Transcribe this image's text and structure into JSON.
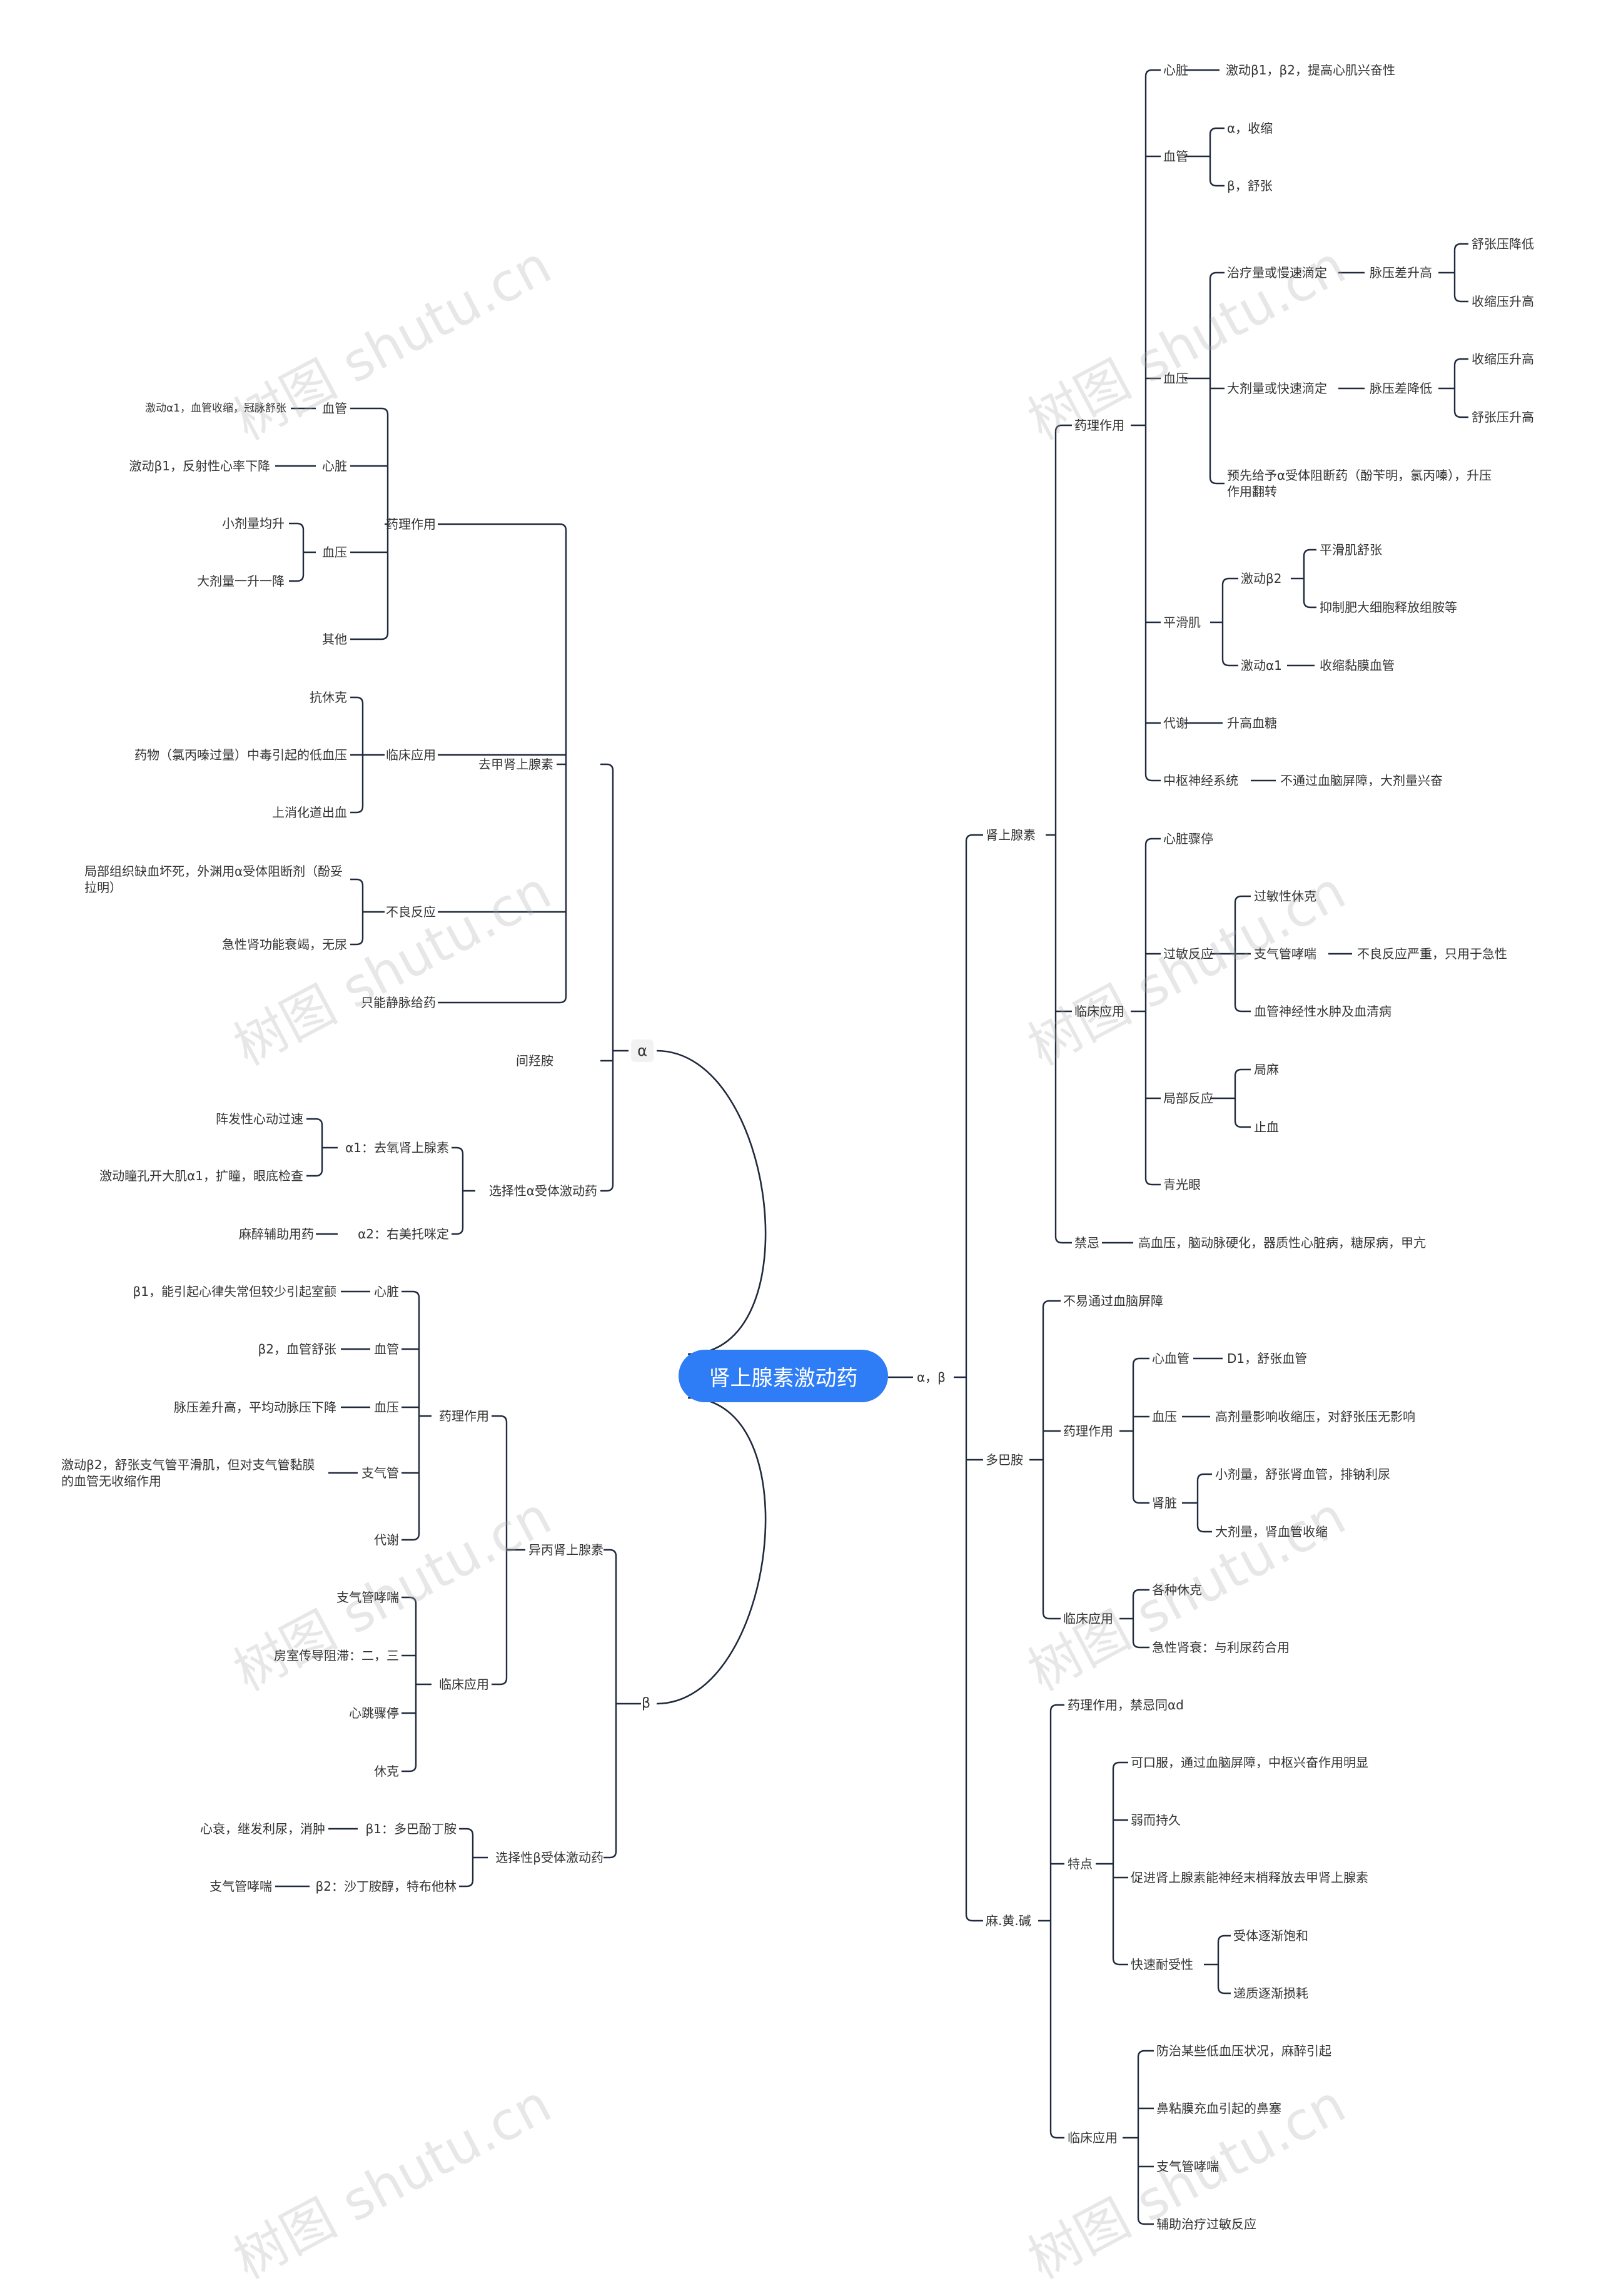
{
  "root": {
    "label": "肾上腺素激动药"
  },
  "watermark": "树图 shutu.cn",
  "colors": {
    "root_bg": "#2f7df6",
    "line": "#1f2a3d",
    "text": "#333333"
  },
  "left": {
    "alpha": {
      "label": "α",
      "qujia": {
        "label": "去甲肾上腺素",
        "yaoli": {
          "label": "药理作用",
          "xueguan": {
            "label": "血管",
            "detail": "激动α1，血管收缩，冠脉舒张"
          },
          "xinzang": {
            "label": "心脏",
            "detail": "激动β1，反射性心率下降"
          },
          "xueya": {
            "label": "血压",
            "small": "小剂量均升",
            "large": "大剂量一升一降"
          },
          "qita": {
            "label": "其他"
          }
        },
        "linchuang": {
          "label": "临床应用",
          "items": [
            "抗休克",
            "药物（氯丙嗪过量）中毒引起的低血压",
            "上消化道出血"
          ]
        },
        "buliang": {
          "label": "不良反应",
          "items": [
            "局部组织缺血坏死，外渊用α受体阻断剂（酚妥拉明）",
            "急性肾功能衰竭，无尿"
          ]
        },
        "jingmai": {
          "label": "只能静脉给药"
        }
      },
      "jianqiang": {
        "label": "间羟胺"
      },
      "xuanze": {
        "label": "选择性α受体激动药",
        "a1": {
          "label": "α1：去氧肾上腺素",
          "items": [
            "阵发性心动过速",
            "激动瞳孔开大肌α1，扩瞳，眼底检查"
          ]
        },
        "a2": {
          "label": "α2：右美托咪定",
          "items": [
            "麻醉辅助用药"
          ]
        }
      }
    },
    "beta": {
      "label": "β",
      "yibing": {
        "label": "异丙肾上腺素",
        "yaoli": {
          "label": "药理作用",
          "xinzang": {
            "label": "心脏",
            "detail": "β1，能引起心律失常但较少引起室颤"
          },
          "xueguan": {
            "label": "血管",
            "detail": "β2，血管舒张"
          },
          "xueya": {
            "label": "血压",
            "detail": "脉压差升高，平均动脉压下降"
          },
          "zhiqiguan": {
            "label": "支气管",
            "detail": "激动β2，舒张支气管平滑肌，但对支气管黏膜的血管无收缩作用"
          },
          "daixie": {
            "label": "代谢"
          }
        },
        "linchuang": {
          "label": "临床应用",
          "items": [
            "支气管哮喘",
            "房室传导阻滞：二，三",
            "心跳骤停",
            "休克"
          ]
        }
      },
      "xuanze": {
        "label": "选择性β受体激动药",
        "b1": {
          "label": "β1：多巴酚丁胺",
          "detail": "心衰，继发利尿，消肿"
        },
        "b2": {
          "label": "β2：沙丁胺醇，特布他林",
          "detail": "支气管哮喘"
        }
      }
    }
  },
  "right": {
    "label": "α，β",
    "shangshen": {
      "label": "肾上腺素",
      "yaoli": {
        "label": "药理作用",
        "xinzang": {
          "label": "心脏",
          "detail": "激动β1，β2，提高心肌兴奋性"
        },
        "xueguan": {
          "label": "血管",
          "items": [
            "α，收缩",
            "β，舒张"
          ]
        },
        "xueya": {
          "label": "血压",
          "zhiliao": {
            "label": "治疗量或慢速滴定",
            "mid": "脉压差升高",
            "items": [
              "舒张压降低",
              "收缩压升高"
            ]
          },
          "daji": {
            "label": "大剂量或快速滴定",
            "mid": "脉压差降低",
            "items": [
              "收缩压升高",
              "舒张压升高"
            ]
          },
          "yuxian": {
            "label": "预先给予α受体阻断药（酚苄明，氯丙嗪），升压作用翻转"
          }
        },
        "pinghua": {
          "label": "平滑肌",
          "b2": {
            "label": "激动β2",
            "items": [
              "平滑肌舒张",
              "抑制肥大细胞释放组胺等"
            ]
          },
          "a1": {
            "label": "激动α1",
            "detail": "收缩黏膜血管"
          }
        },
        "daixie": {
          "label": "代谢",
          "detail": "升高血糖"
        },
        "zhongshu": {
          "label": "中枢神经系统",
          "detail": "不通过血脑屏障，大剂量兴奋"
        }
      },
      "linchuang": {
        "label": "临床应用",
        "zhouting": {
          "label": "心脏骤停"
        },
        "guomin": {
          "label": "过敏反应",
          "xiuke": "过敏性休克",
          "xiaochuan": {
            "label": "支气管哮喘",
            "detail": "不良反应严重，只用于急性"
          },
          "shuizhong": "血管神经性水肿及血清病"
        },
        "jubu": {
          "label": "局部反应",
          "items": [
            "局麻",
            "止血"
          ]
        },
        "qingguang": {
          "label": "青光眼"
        }
      },
      "jinji": {
        "label": "禁忌",
        "detail": "高血压，脑动脉硬化，器质性心脏病，糖尿病，甲亢"
      }
    },
    "duoba": {
      "label": "多巴胺",
      "buyi": {
        "label": "不易通过血脑屏障"
      },
      "yaoli": {
        "label": "药理作用",
        "xinxueguan": {
          "label": "心血管",
          "detail": "D1，舒张血管"
        },
        "xueya": {
          "label": "血压",
          "detail": "高剂量影响收缩压，对舒张压无影响"
        },
        "shenzang": {
          "label": "肾脏",
          "items": [
            "小剂量，舒张肾血管，排钠利尿",
            "大剂量，肾血管收缩"
          ]
        }
      },
      "linchuang": {
        "label": "临床应用",
        "items": [
          "各种休克",
          "急性肾衰：与利尿药合用"
        ]
      }
    },
    "mahuang": {
      "label": "麻.黄.碱",
      "yaoli": {
        "label": "药理作用，禁忌同αd"
      },
      "tedian": {
        "label": "特点",
        "items": [
          "可口服，通过血脑屏障，中枢兴奋作用明显",
          "弱而持久",
          "促进肾上腺素能神经末梢释放去甲肾上腺素"
        ],
        "naishou": {
          "label": "快速耐受性",
          "items": [
            "受体逐渐饱和",
            "递质逐渐损耗"
          ]
        }
      },
      "linchuang": {
        "label": "临床应用",
        "items": [
          "防治某些低血压状况，麻醉引起",
          "鼻粘膜充血引起的鼻塞",
          "支气管哮喘",
          "辅助治疗过敏反应"
        ]
      }
    }
  }
}
